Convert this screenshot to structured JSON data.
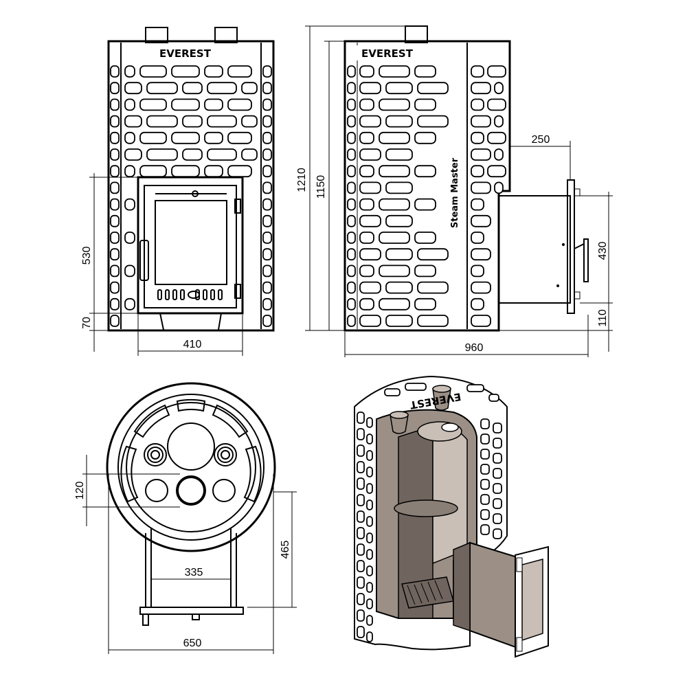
{
  "labels": {
    "brand": "EVEREST",
    "side_brand": "Steam Master"
  },
  "dimensions": {
    "front_door_height": "530",
    "front_base_height": "70",
    "front_door_width": "410",
    "side_total_height": "1210",
    "side_body_height": "1150",
    "side_tunnel_length": "250",
    "side_tunnel_height": "430",
    "side_tunnel_base": "110",
    "side_total_depth": "960",
    "top_hole_offset": "120",
    "top_tunnel_width": "335",
    "top_tunnel_depth": "465",
    "top_diameter": "650"
  },
  "colors": {
    "line": "#000000",
    "interior": "#9b8f86",
    "interior_dark": "#6f655e",
    "interior_light": "#c9bfb7"
  }
}
